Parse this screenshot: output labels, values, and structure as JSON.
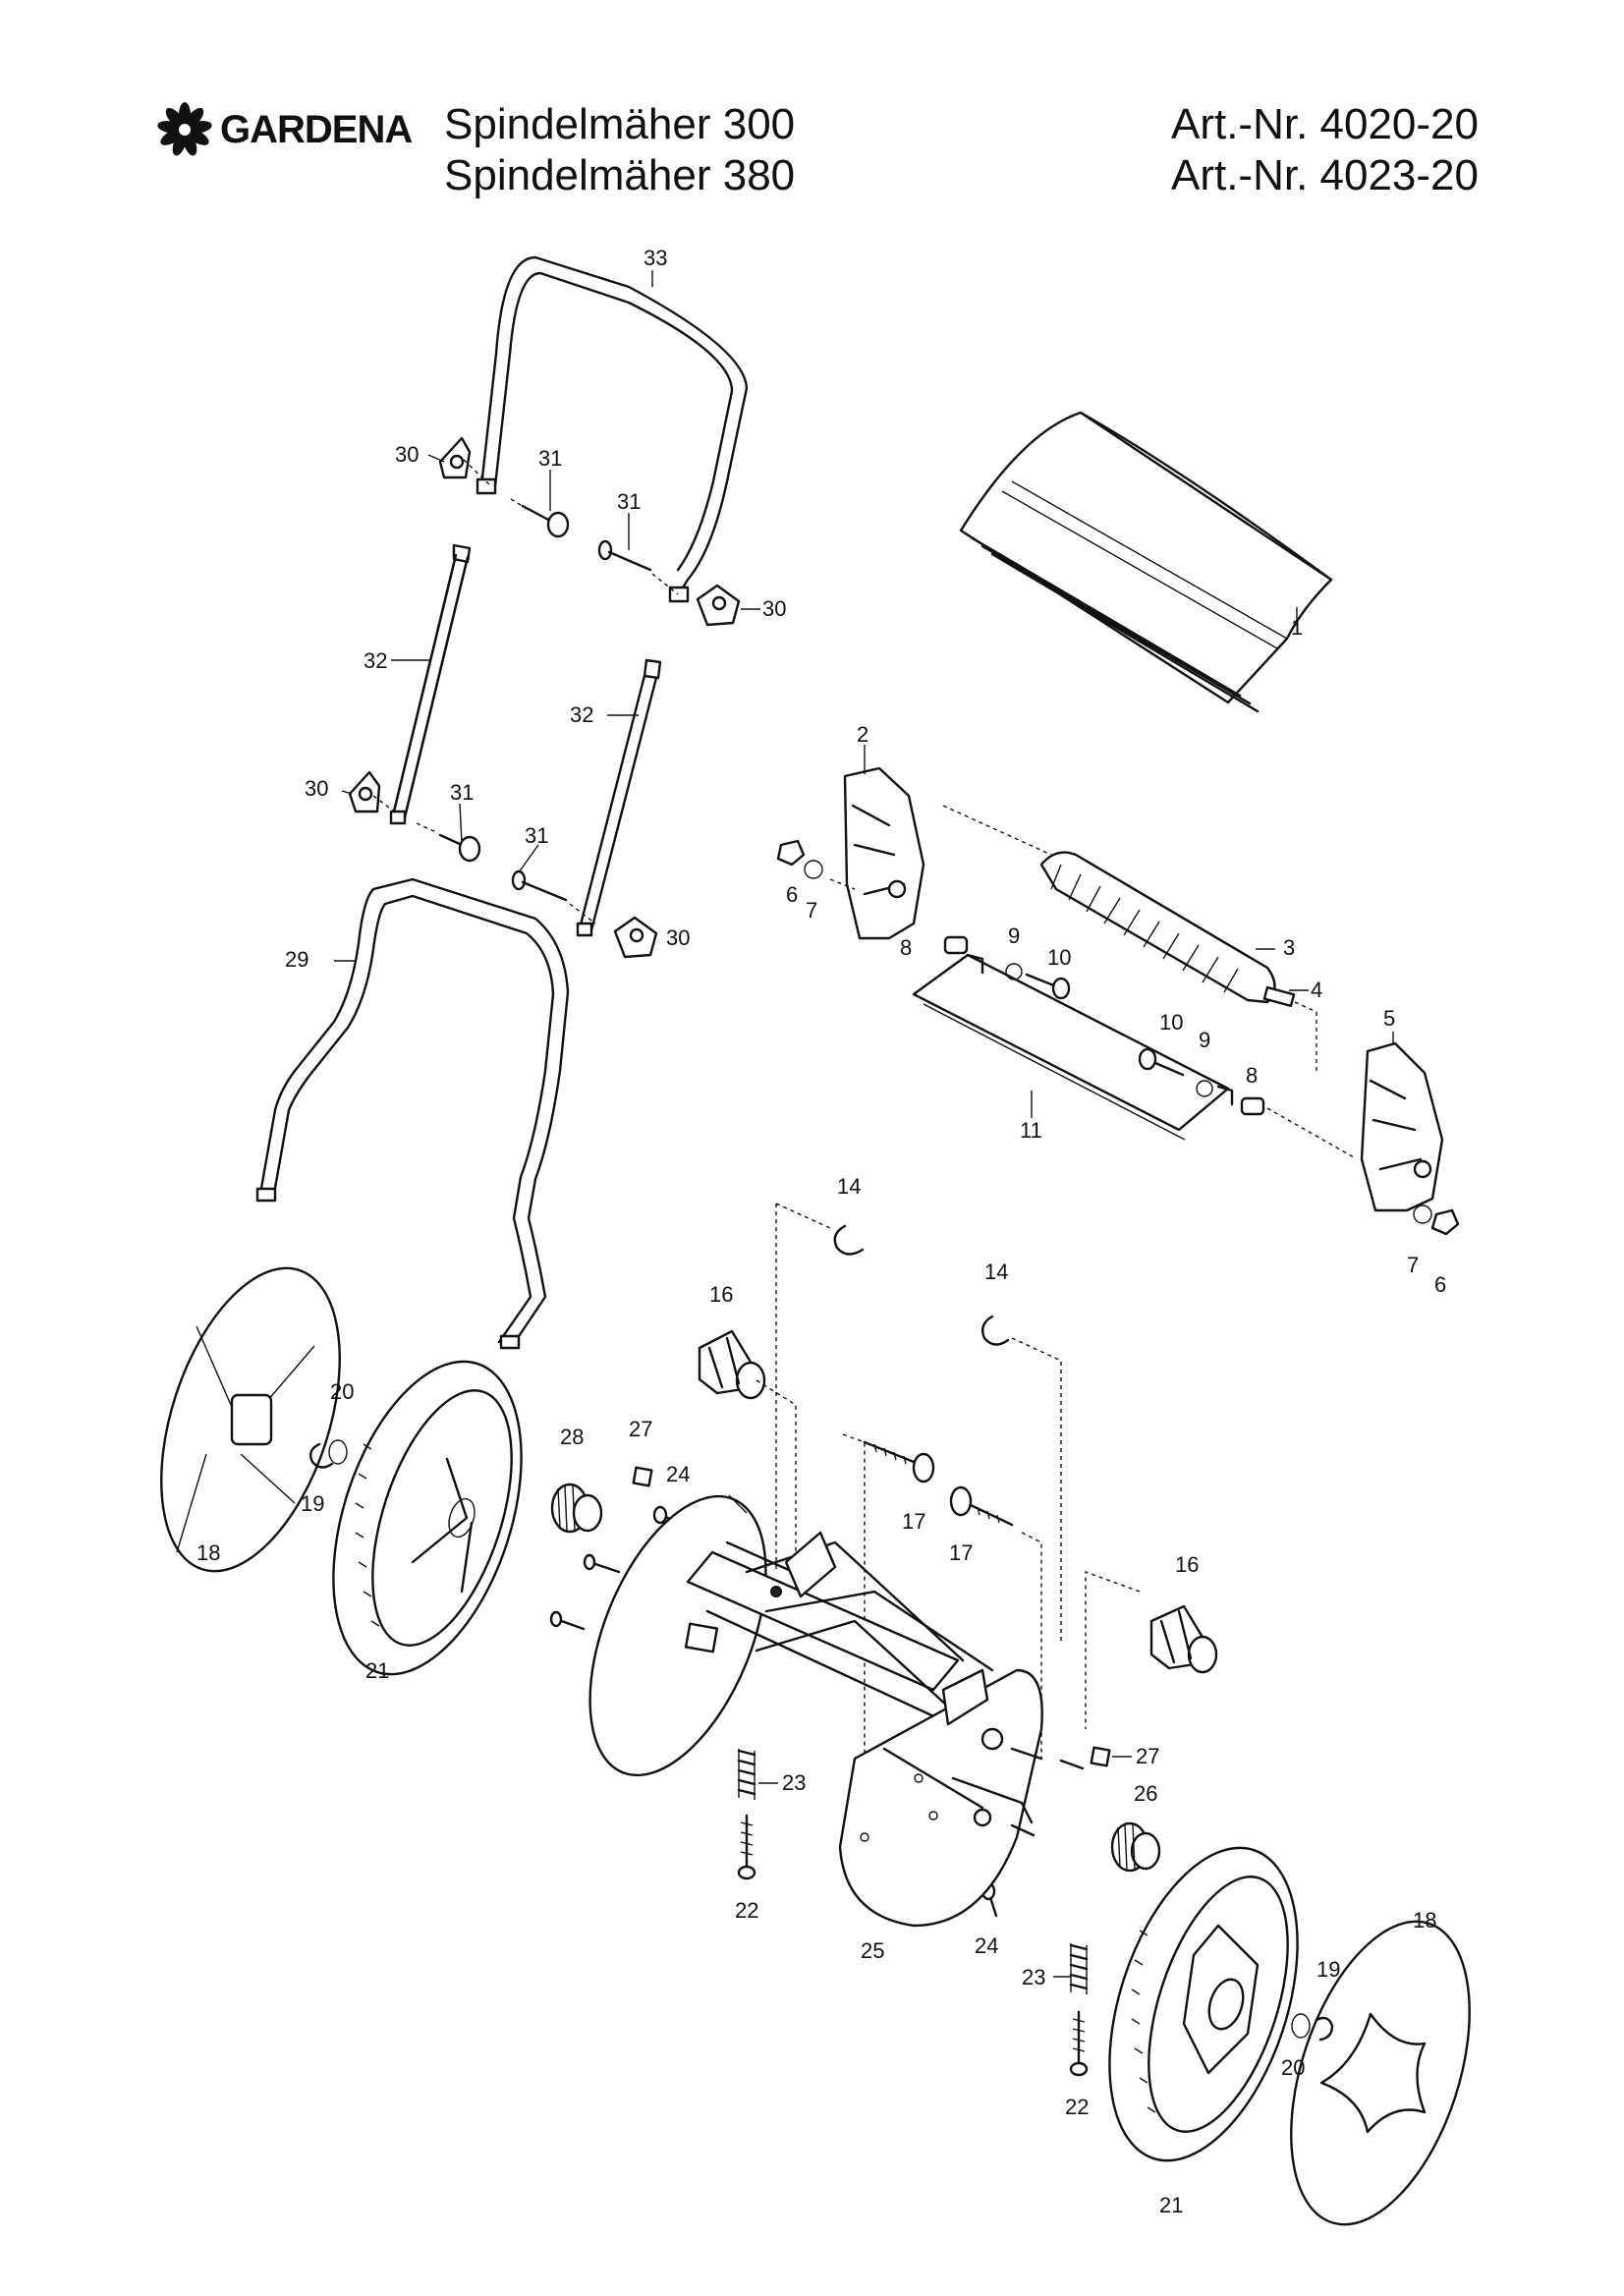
{
  "brand": {
    "name": "GARDENA"
  },
  "header": {
    "title_1": "Spindelmäher 300",
    "title_2": "Spindelmäher 380",
    "art_1": "Art.-Nr. 4020-20",
    "art_2": "Art.-Nr. 4023-20"
  },
  "callouts": {
    "c33": "33",
    "c30a": "30",
    "c31a": "31",
    "c31b": "31",
    "c30b": "30",
    "c1": "1",
    "c32a": "32",
    "c32b": "32",
    "c2": "2",
    "c30c": "30",
    "c31c": "31",
    "c31d": "31",
    "c6a": "6",
    "c7a": "7",
    "c8a": "8",
    "c9a": "9",
    "c10a": "10",
    "c3": "3",
    "c30d": "30",
    "c29": "29",
    "c4": "4",
    "c5": "5",
    "c10b": "10",
    "c9b": "9",
    "c8b": "8",
    "c11": "11",
    "c14a": "14",
    "c7b": "7",
    "c6b": "6",
    "c14b": "14",
    "c16a": "16",
    "c20a": "20",
    "c27a": "27",
    "c28": "28",
    "c24a": "24",
    "c19a": "19",
    "c17a": "17",
    "c17b": "17",
    "c18a": "18",
    "c16b": "16",
    "c21a": "21",
    "c27b": "27",
    "c23a": "23",
    "c26": "26",
    "c22a": "22",
    "c25": "25",
    "c24b": "24",
    "c23b": "23",
    "c18b": "18",
    "c19b": "19",
    "c20b": "20",
    "c22b": "22",
    "c21b": "21"
  }
}
